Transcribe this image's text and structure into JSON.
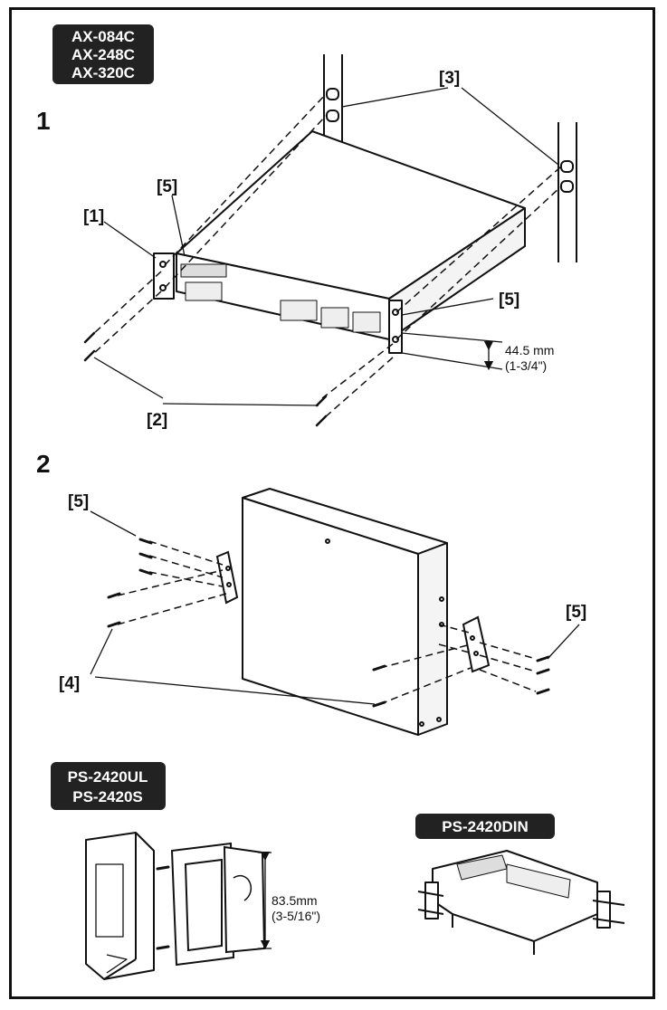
{
  "section1": {
    "models": [
      "AX-084C",
      "AX-248C",
      "AX-320C"
    ],
    "step": "1",
    "callouts": {
      "c1": "[1]",
      "c2": "[2]",
      "c3": "[3]",
      "c5a": "[5]",
      "c5b": "[5]"
    },
    "dimension": {
      "metric": "44.5 mm",
      "imperial": "(1-3/4\")"
    }
  },
  "section2": {
    "step": "2",
    "callouts": {
      "c5a": "[5]",
      "c5b": "[5]",
      "c4": "[4]"
    }
  },
  "section3": {
    "left_models": [
      "PS-2420UL",
      "PS-2420S"
    ],
    "right_model": "PS-2420DIN",
    "dimension": {
      "metric": "83.5mm",
      "imperial": "(3-5/16\")"
    }
  },
  "colors": {
    "ink": "#111111",
    "badge": "#222222",
    "paper": "#ffffff"
  }
}
